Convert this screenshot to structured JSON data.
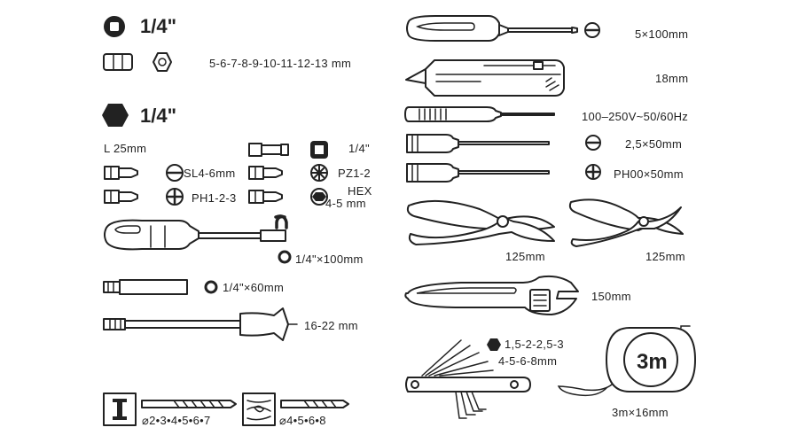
{
  "left": {
    "socket_header": {
      "size": "1/4\"",
      "icon": "square-drive-icon"
    },
    "sockets": {
      "sizes": "5-6-7-8-9-10-11-12-13 mm"
    },
    "bits_header": {
      "size": "1/4\"",
      "icon": "hex-shank-icon"
    },
    "bit_length": "L 25mm",
    "bits": {
      "adapter": "1/4\"",
      "slotted": "SL4-6mm",
      "pozidriv": "PZ1-2",
      "phillips": "PH1-2-3",
      "hex_line1": "HEX",
      "hex_line2": "4-5 mm"
    },
    "bit_holder": "1/4\"×100mm",
    "extension": "1/4\"×60mm",
    "spade_bits": "16-22 mm",
    "drills_metal": "⌀2•3•4•5•6•7",
    "drills_wood": "⌀4•5•6•8"
  },
  "right": {
    "screwdriver": "5×100mm",
    "cutter": "18mm",
    "tester": "100–250V~50/60Hz",
    "precision_slotted": "2,5×50mm",
    "precision_phillips": "PH00×50mm",
    "pliers": "125mm",
    "cutters": "125mm",
    "wrench": "150mm",
    "hex_keys_line1": "1,5-2-2,5-3",
    "hex_keys_line2": "4-5-6-8mm",
    "tape_label": "3m",
    "tape": "3m×16mm"
  }
}
